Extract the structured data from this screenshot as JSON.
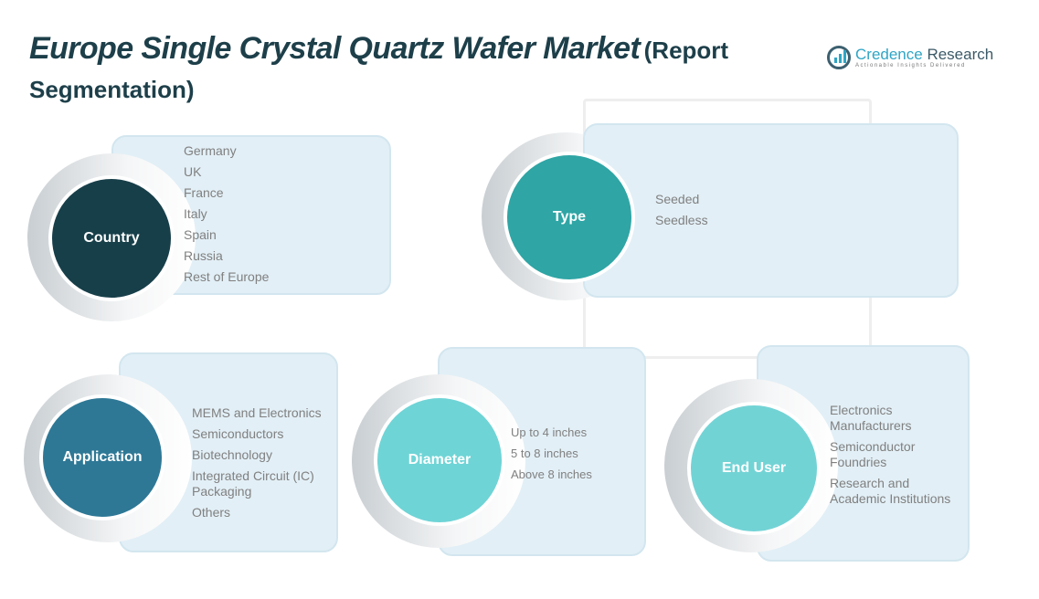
{
  "title": {
    "main": "Europe Single Crystal Quartz Wafer Market",
    "sub_a": "(Report",
    "sub_b": "Segmentation)"
  },
  "logo": {
    "name_a": "Credence",
    "name_b": " Research",
    "tagline": "Actionable Insights Delivered"
  },
  "segments": {
    "country": {
      "label": "Country",
      "color": "#173f4a",
      "items": [
        "Germany",
        "UK",
        "France",
        "Italy",
        "Spain",
        "Russia",
        "Rest of Europe"
      ]
    },
    "type": {
      "label": "Type",
      "color": "#2fa5a5",
      "items": [
        "Seeded",
        "Seedless"
      ]
    },
    "application": {
      "label": "Application",
      "color": "#2e7896",
      "items": [
        "MEMS and Electronics",
        "Semiconductors",
        "Biotechnology",
        "Integrated Circuit (IC) Packaging",
        "Others"
      ]
    },
    "diameter": {
      "label": "Diameter",
      "color": "#6fd4d6",
      "items": [
        "Up to 4 inches",
        "5 to 8 inches",
        "Above 8 inches"
      ]
    },
    "end_user": {
      "label": "End User",
      "color": "#72d3d5",
      "items": [
        "Electronics Manufacturers",
        "Semiconductor Foundries",
        "Research and Academic Institutions"
      ]
    }
  }
}
